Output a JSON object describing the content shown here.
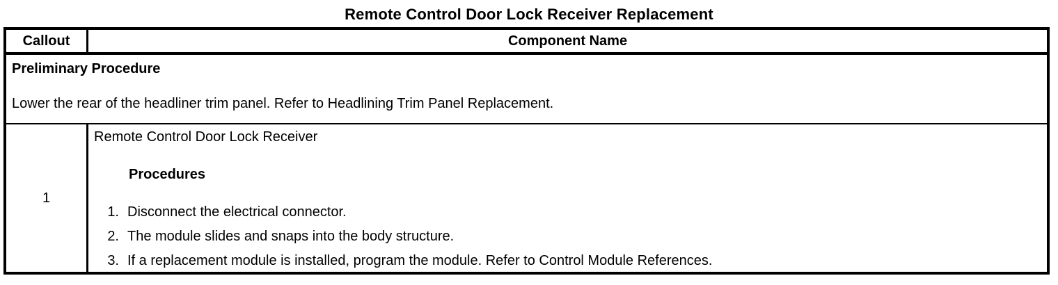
{
  "document": {
    "title": "Remote Control Door Lock Receiver Replacement"
  },
  "table": {
    "headers": {
      "callout": "Callout",
      "component_name": "Component Name"
    },
    "preliminary": {
      "heading": "Preliminary Procedure",
      "text": "Lower the rear of the headliner trim panel. Refer to Headlining Trim Panel Replacement."
    },
    "rows": [
      {
        "callout": "1",
        "component": "Remote Control Door Lock Receiver",
        "procedures_heading": "Procedures",
        "steps": [
          {
            "num": "1.",
            "text": "Disconnect the electrical connector."
          },
          {
            "num": "2.",
            "text": "The module slides and snaps into the body structure."
          },
          {
            "num": "3.",
            "text": "If a replacement module is installed, program the module. Refer to Control Module References."
          }
        ]
      }
    ]
  },
  "colors": {
    "border": "#000000",
    "background": "#ffffff",
    "text": "#000000"
  }
}
